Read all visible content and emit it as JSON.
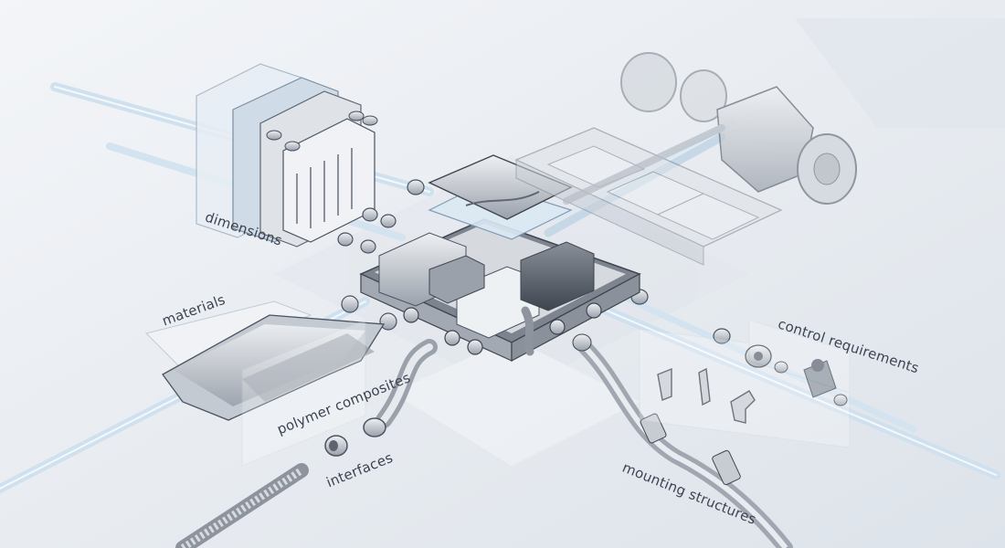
{
  "labels": {
    "dimensions": "dimensions",
    "materials": "materials",
    "polymer_composites": "polymer composites",
    "interfaces": "interfaces",
    "mounting_structures": "mounting structures",
    "control_requirements": "control requirements"
  },
  "colors": {
    "background": "#e9edf2",
    "metal": "#c9ced6",
    "metal_dark": "#5f6673",
    "pipe": "#b9d3e6",
    "glass": "#d6e6f3",
    "outline": "#4b5260"
  }
}
